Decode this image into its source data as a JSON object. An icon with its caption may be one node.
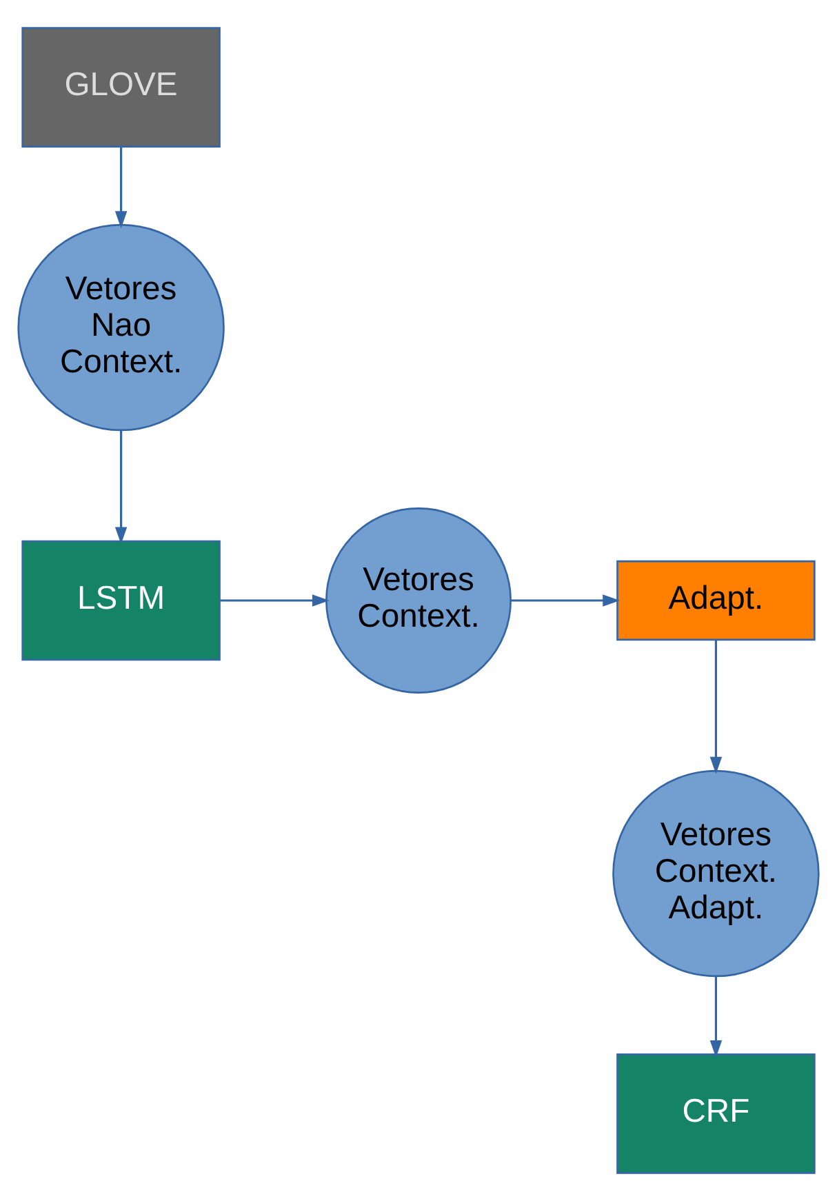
{
  "diagram": {
    "nodes": [
      {
        "text": [
          "GLOVE"
        ]
      },
      {
        "text": [
          "Vetores Nao Context."
        ]
      },
      {
        "text": [
          "LSTM"
        ]
      },
      {
        "text": [
          "Vetores Context."
        ]
      },
      {
        "text": [
          "Adapt."
        ]
      },
      {
        "text": [
          "Vetores Context. Adapt."
        ]
      },
      {
        "text": [
          "CRF"
        ]
      }
    ],
    "edges": [
      {
        "from": 0,
        "to": 1,
        "arrow": "to"
      },
      {
        "from": 1,
        "to": 2,
        "arrow": "to"
      },
      {
        "from": 2,
        "to": 3,
        "arrow": "to"
      },
      {
        "from": 3,
        "to": 4,
        "arrow": "to"
      },
      {
        "from": 4,
        "to": 5,
        "arrow": "to"
      },
      {
        "from": 5,
        "to": 6,
        "arrow": "to"
      }
    ]
  }
}
